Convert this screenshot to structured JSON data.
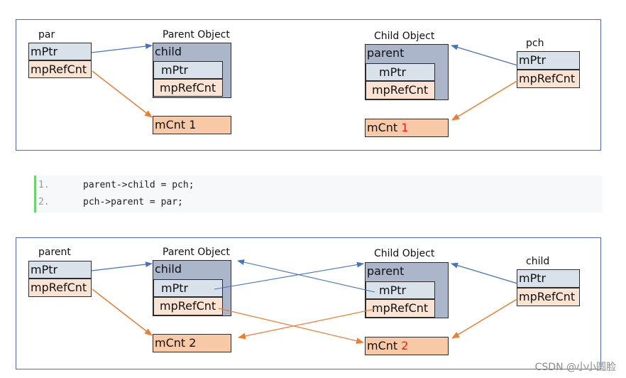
{
  "diagram": {
    "before": {
      "par_label": "par",
      "parent_object_title": "Parent Object",
      "child_object_title": "Child Object",
      "pch_label": "pch",
      "child_member": "child",
      "parent_member": "parent",
      "mptr": "mPtr",
      "mprefcnt": "mpRefCnt",
      "mcnt_prefix": "mCnt ",
      "parent_count": "1",
      "child_count": "1"
    },
    "code": [
      {
        "num": "1.",
        "text": "parent->child = pch;"
      },
      {
        "num": "2.",
        "text": "pch->parent = par;"
      }
    ],
    "after": {
      "parent_label": "parent",
      "parent_object_title": "Parent Object",
      "child_object_title": "Child Object",
      "child_label": "child",
      "child_member": "child",
      "parent_member": "parent",
      "mptr": "mPtr",
      "mprefcnt": "mpRefCnt",
      "mcnt_prefix": "mCnt ",
      "parent_count": "2",
      "child_count": "2"
    },
    "colors": {
      "panel_border": "#4a6fb1",
      "pointer_arrow": "#4472c4",
      "refcount_arrow": "#ed7d31",
      "pointer_fill": "#d9e1ea",
      "refcnt_fill": "#fbe3d4",
      "count_fill": "#f7c9a7",
      "object_fill": "#abb6ca",
      "count_highlight": "#ff1a1a"
    },
    "watermark": "CSDN @小小圆脸"
  }
}
